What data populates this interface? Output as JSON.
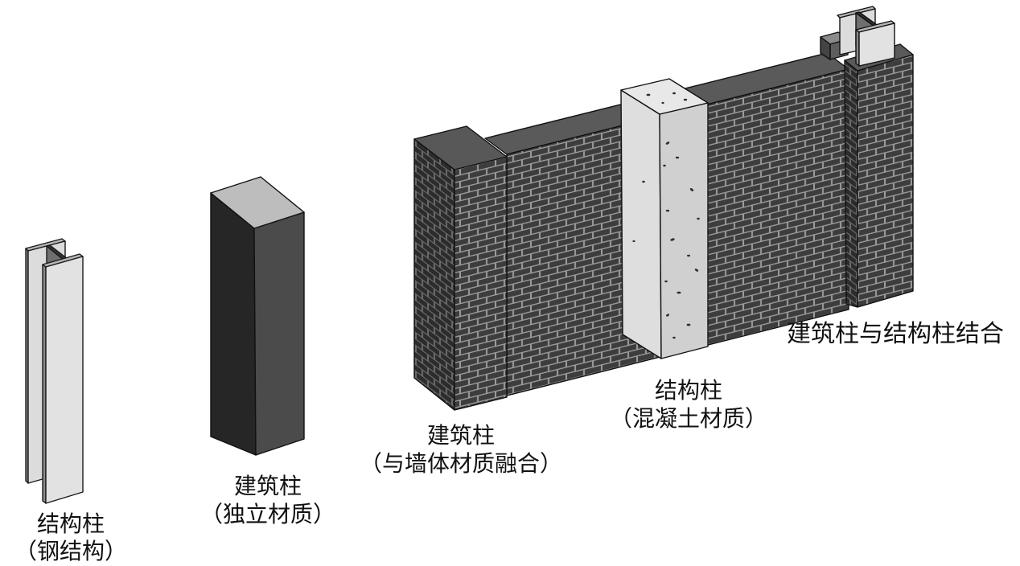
{
  "labels": {
    "steel_column": {
      "title": "结构柱",
      "subtitle": "（钢结构）"
    },
    "architectural_column_independent": {
      "title": "建筑柱",
      "subtitle": "（独立材质）"
    },
    "architectural_column_wall": {
      "title": "建筑柱",
      "subtitle": "（与墙体材质融合）"
    },
    "concrete_column": {
      "title": "结构柱",
      "subtitle": "（混凝土材质）"
    },
    "combined": {
      "title": "建筑柱与结构柱结合"
    }
  }
}
